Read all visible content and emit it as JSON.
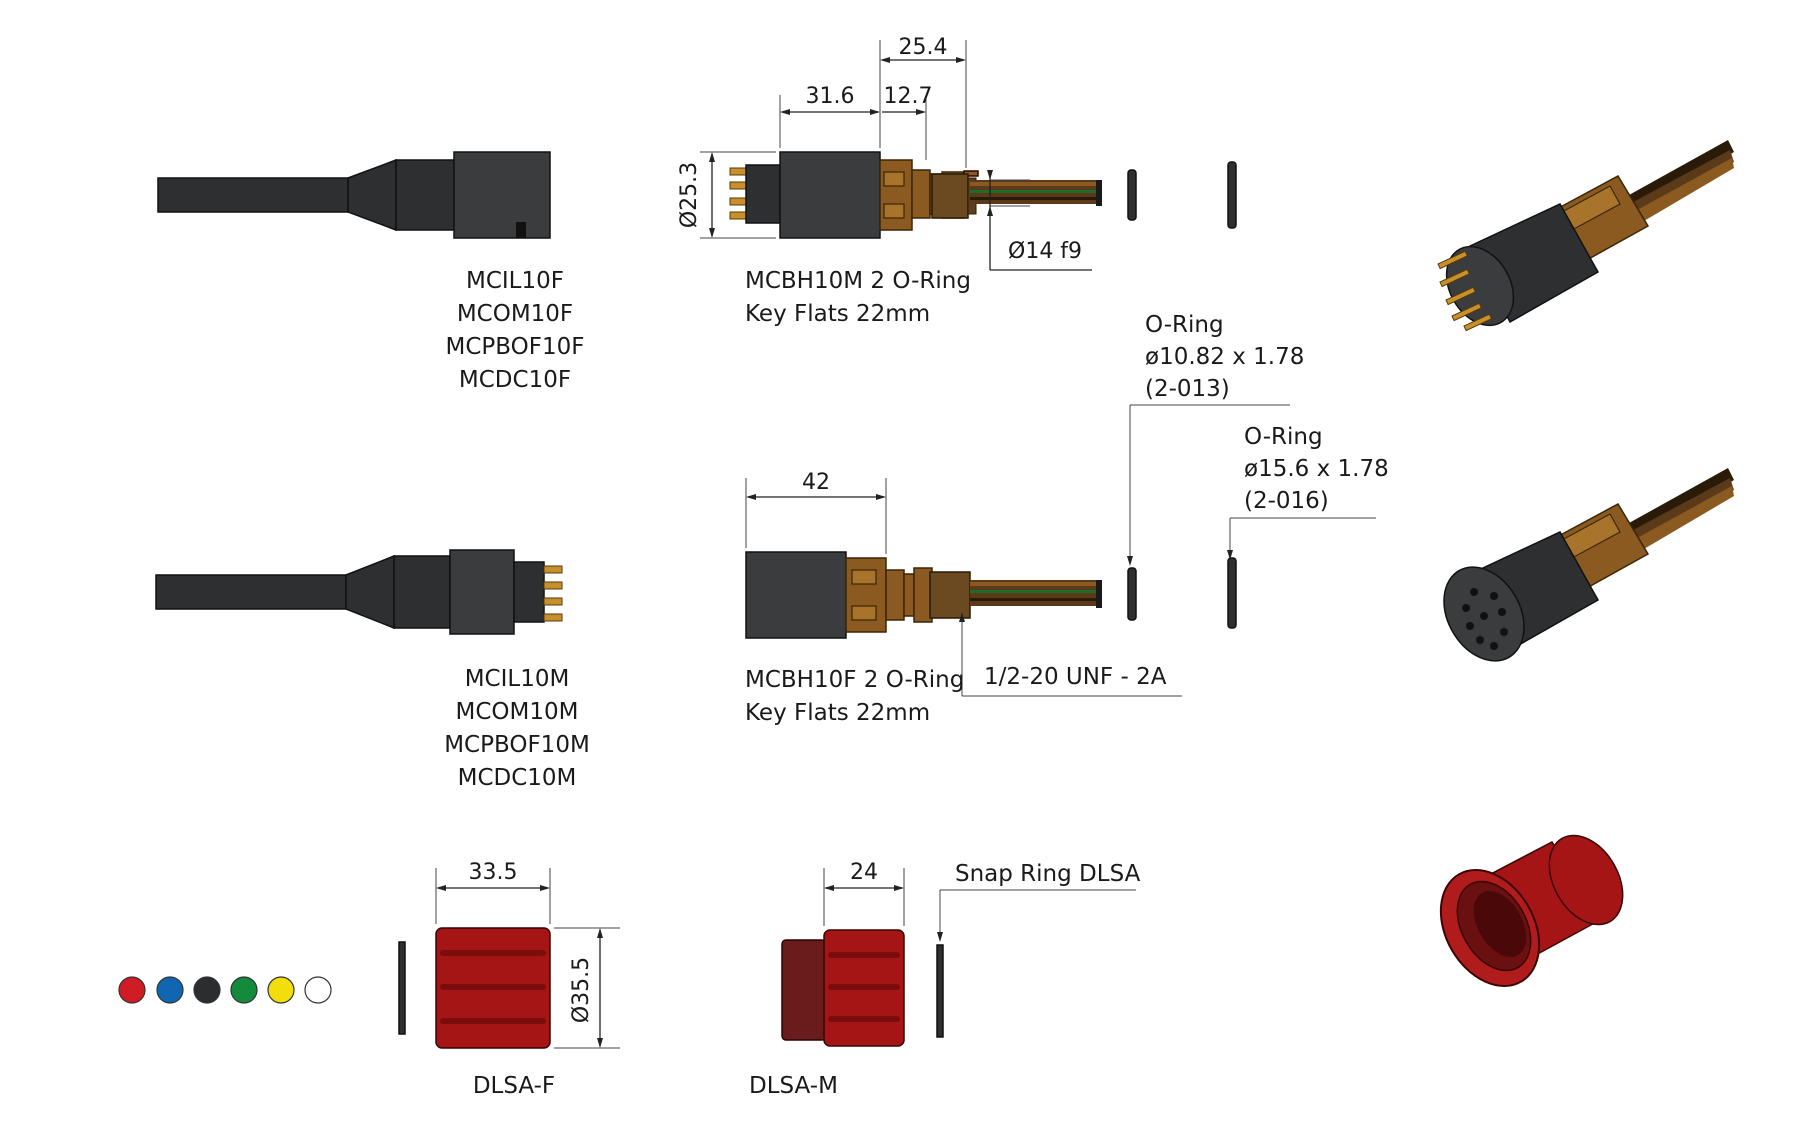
{
  "labels": {
    "female_cable_parts": [
      "MCIL10F",
      "MCOM10F",
      "MCPBOF10F",
      "MCDC10F"
    ],
    "male_cable_parts": [
      "MCIL10M",
      "MCOM10M",
      "MCPBOF10M",
      "MCDC10M"
    ],
    "bulkhead_male": {
      "line1": "MCBH10M 2 O-Ring",
      "line2": "Key Flats 22mm"
    },
    "bulkhead_female": {
      "line1": "MCBH10F 2 O-Ring",
      "line2": "Key Flats 22mm"
    },
    "oring_small": {
      "title": "O-Ring",
      "size": "ø10.82 x 1.78",
      "code": "(2-013)"
    },
    "oring_large": {
      "title": "O-Ring",
      "size": "ø15.6 x 1.78",
      "code": "(2-016)"
    },
    "thread": "1/2-20 UNF - 2A",
    "snap_ring": "Snap Ring DLSA",
    "sleeve_female": "DLSA-F",
    "sleeve_male": "DLSA-M"
  },
  "dimensions": {
    "d_25_4": "25.4",
    "d_31_6": "31.6",
    "d_12_7": "12.7",
    "dia_25_3": "Ø25.3",
    "dia_14_f9": "Ø14  f9",
    "d_42": "42",
    "d_33_5": "33.5",
    "dia_35_5": "Ø35.5",
    "d_24": "24"
  },
  "colors": {
    "swatches": [
      "#d01c24",
      "#1066b3",
      "#2b2d2f",
      "#138a3c",
      "#f2de0a",
      "#ffffff"
    ],
    "rubber": "#2d2f30",
    "bronze": "#8a5a20",
    "sleeve_red": "#a51515"
  }
}
